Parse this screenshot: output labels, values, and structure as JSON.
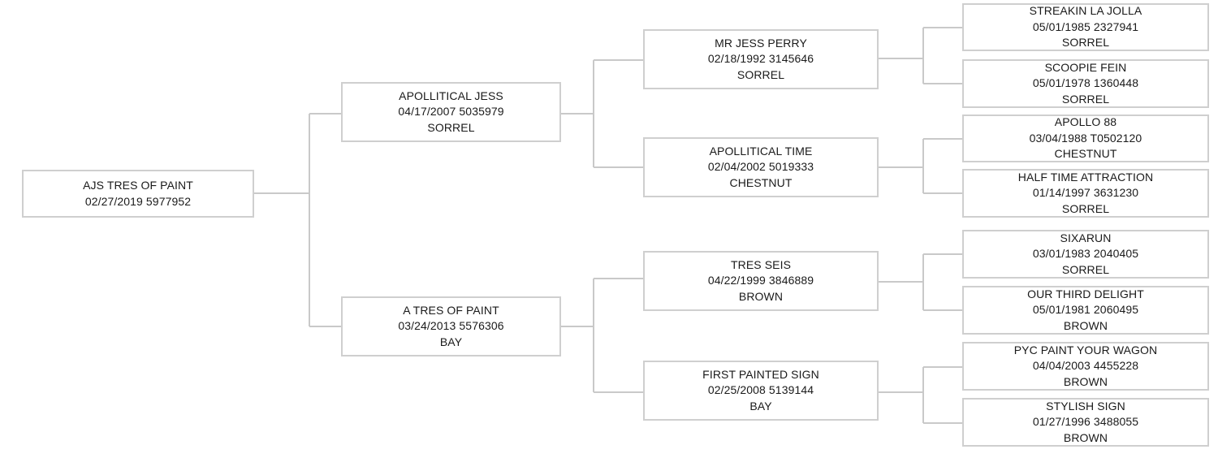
{
  "pedigree": {
    "subject": {
      "name": "AJS TRES OF PAINT",
      "info": "02/27/2019 5977952"
    },
    "sire": {
      "name": "APOLLITICAL JESS",
      "info": "04/17/2007 5035979",
      "color": "SORREL"
    },
    "dam": {
      "name": "A TRES OF PAINT",
      "info": "03/24/2013 5576306",
      "color": "BAY"
    },
    "sire_sire": {
      "name": "MR JESS PERRY",
      "info": "02/18/1992 3145646",
      "color": "SORREL"
    },
    "sire_dam": {
      "name": "APOLLITICAL TIME",
      "info": "02/04/2002 5019333",
      "color": "CHESTNUT"
    },
    "dam_sire": {
      "name": "TRES SEIS",
      "info": "04/22/1999 3846889",
      "color": "BROWN"
    },
    "dam_dam": {
      "name": "FIRST PAINTED SIGN",
      "info": "02/25/2008 5139144",
      "color": "BAY"
    },
    "sss": {
      "name": "STREAKIN LA JOLLA",
      "info": "05/01/1985 2327941",
      "color": "SORREL"
    },
    "ssd": {
      "name": "SCOOPIE FEIN",
      "info": "05/01/1978 1360448",
      "color": "SORREL"
    },
    "sds": {
      "name": "APOLLO 88",
      "info": "03/04/1988 T0502120",
      "color": "CHESTNUT"
    },
    "sdd": {
      "name": "HALF TIME ATTRACTION",
      "info": "01/14/1997 3631230",
      "color": "SORREL"
    },
    "dss": {
      "name": "SIXARUN",
      "info": "03/01/1983 2040405",
      "color": "SORREL"
    },
    "dsd": {
      "name": "OUR THIRD DELIGHT",
      "info": "05/01/1981 2060495",
      "color": "BROWN"
    },
    "dds": {
      "name": "PYC PAINT YOUR WAGON",
      "info": "04/04/2003 4455228",
      "color": "BROWN"
    },
    "ddd": {
      "name": "STYLISH SIGN",
      "info": "01/27/1996 3488055",
      "color": "BROWN"
    }
  }
}
